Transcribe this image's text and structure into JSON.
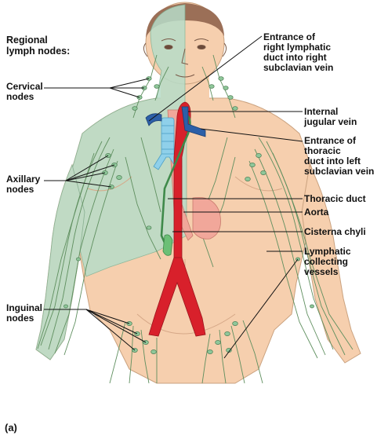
{
  "heading": "Regional\nlymph nodes:",
  "left_labels": {
    "cervical": "Cervical\nnodes",
    "axillary": "Axillary\nnodes",
    "inguinal": "Inguinal\nnodes"
  },
  "right_labels": {
    "right_lymphatic_duct": "Entrance of\nright lymphatic\nduct into right\nsubclavian vein",
    "internal_jugular": "Internal\njugular vein",
    "thoracic_duct_entrance": "Entrance of\nthoracic\nduct into left\nsubclavian vein",
    "thoracic_duct": "Thoracic duct",
    "aorta": "Aorta",
    "cisterna_chyli": "Cisterna chyli",
    "lymphatic_vessels": "Lymphatic\ncollecting\nvessels"
  },
  "panel_label": "(a)",
  "colors": {
    "skin": "#f6cfae",
    "lymph_region": "#b7dcc8",
    "node": "#8fc79a",
    "aorta": "#d8202b",
    "vein": "#2c5fa8",
    "trachea": "#8fd0ea",
    "esophagus": "#f1a79a"
  }
}
